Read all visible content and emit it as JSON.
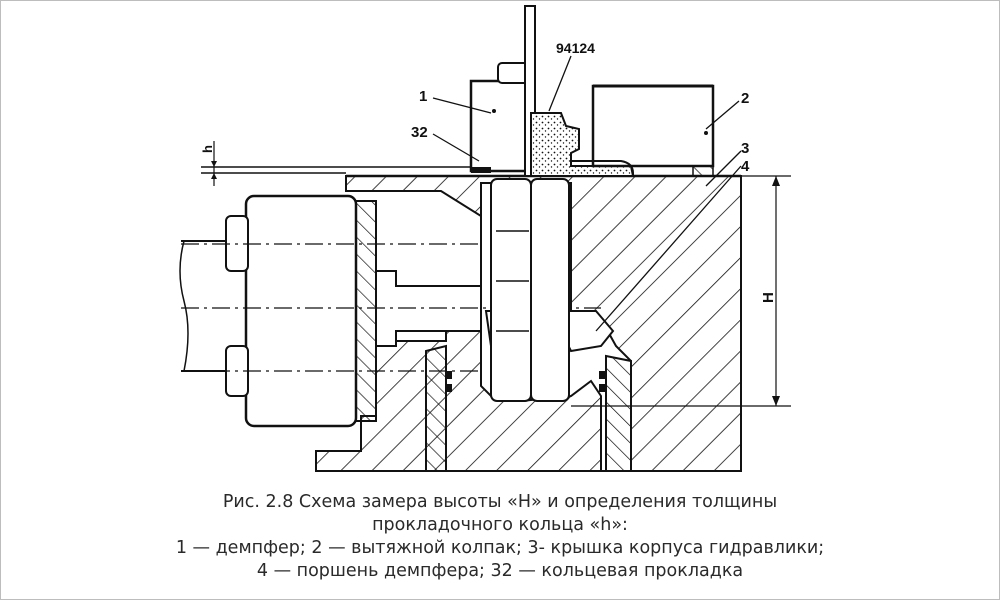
{
  "figure": {
    "labels": {
      "damper": "1",
      "hood": "2",
      "cover": "3",
      "piston": "4",
      "gasket": "32",
      "part_number": "94124",
      "dim_h": "h",
      "dim_H": "H"
    }
  },
  "caption": {
    "line1": "Рис. 2.8 Схема замера высоты «H» и определения толщины",
    "line2": "прокладочного кольца «h»:",
    "line3": "1 — демпфер; 2 — вытяжной колпак; 3- крышка корпуса гидравлики;",
    "line4": "4 — поршень демпфера; 32 — кольцевая прокладка"
  }
}
